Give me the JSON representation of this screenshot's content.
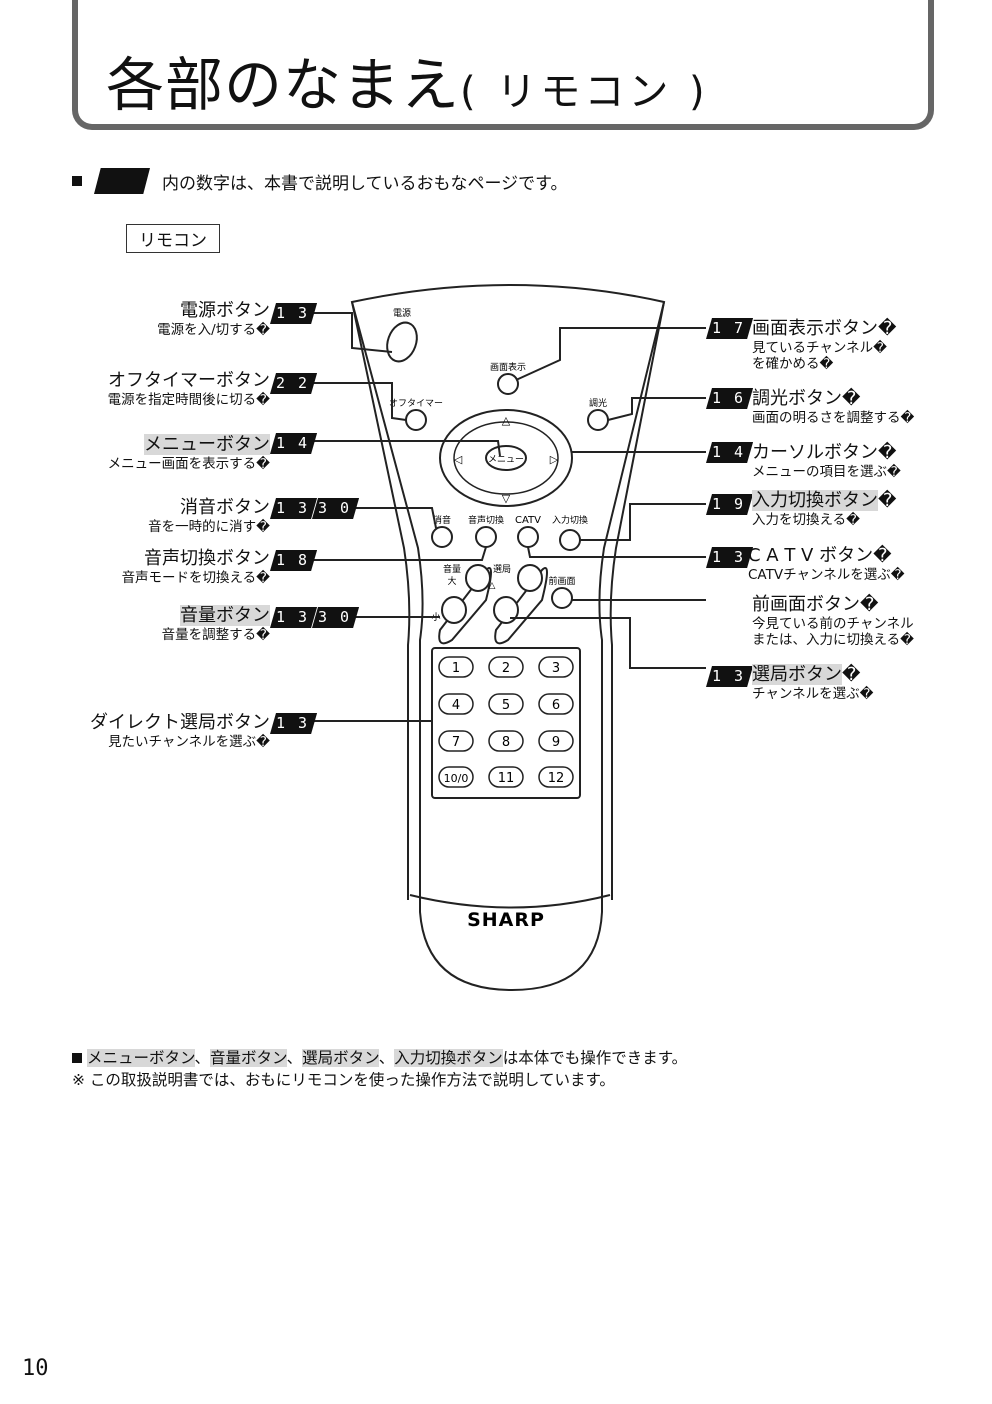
{
  "title": {
    "main": "各部のなまえ",
    "paren": "( リモコン )"
  },
  "note_top": "内の数字は、本書で説明しているおもなページです。",
  "remocon_label": "リモコン",
  "left_labels": [
    {
      "name": "電源ボタン",
      "sub": "電源を入/切する�",
      "tags": [
        "1 3"
      ]
    },
    {
      "name": "オフタイマーボタン",
      "sub": "電源を指定時間後に切る�",
      "tags": [
        "2 2"
      ]
    },
    {
      "name": "メニューボタン",
      "sub": "メニュー画面を表示する�",
      "tags": [
        "1 4"
      ]
    },
    {
      "name": "消音ボタン",
      "sub": "音を一時的に消す�",
      "tags": [
        "1 3",
        "3 0"
      ]
    },
    {
      "name": "音声切換ボタン",
      "sub": "音声モードを切換える�",
      "tags": [
        "1 8"
      ]
    },
    {
      "name": "音量ボタン",
      "sub": "音量を調整する�",
      "tags": [
        "1 3",
        "3 0"
      ]
    },
    {
      "name": "ダイレクト選局ボタン",
      "sub": "見たいチャンネルを選ぶ�",
      "tags": [
        "1 3"
      ]
    }
  ],
  "right_labels": [
    {
      "name": "画面表示ボタン�",
      "sub": "見ているチャンネル�",
      "sub2": "を確かめる�",
      "tag": "1 7"
    },
    {
      "name": "調光ボタン�",
      "sub": "画面の明るさを調整する�",
      "tag": "1 6"
    },
    {
      "name": "カーソルボタン�",
      "sub": "メニューの項目を選ぶ�",
      "tag": "1 4"
    },
    {
      "name": "入力切換ボタン",
      "name_tail": "�",
      "sub": "入力を切換える�",
      "tag": "1 9"
    },
    {
      "name": "C A T V ボタン�",
      "sub": "CATVチャンネルを選ぶ�",
      "tag": "1 3"
    },
    {
      "name": "前画面ボタン�",
      "sub": "今見ている前のチャンネル",
      "sub2": "または、入力に切換える�",
      "tag": ""
    },
    {
      "name": "選局ボタン",
      "name_tail": "�",
      "sub": "チャンネルを選ぶ�",
      "tag": "1 3"
    }
  ],
  "remote": {
    "power": "電源",
    "display": "画面表示",
    "offtimer": "オフタイマー",
    "dimmer": "調光",
    "menu": "メニュー",
    "mute": "消音",
    "audio": "音声切換",
    "catv": "CATV",
    "input": "入力切換",
    "volume": "音量",
    "vol_big": "大",
    "vol_small": "小",
    "channel": "選局",
    "prev": "前画面",
    "numbers": [
      "1",
      "2",
      "3",
      "4",
      "5",
      "6",
      "7",
      "8",
      "9",
      "10/0",
      "11",
      "12"
    ],
    "brand": "SHARP"
  },
  "footer": {
    "line1_items": [
      "メニューボタン",
      "音量ボタン",
      "選局ボタン",
      "入力切換ボタン"
    ],
    "line1_sep": "、",
    "line1_tail": "は本体でも操作できます。",
    "line2": "※ この取扱説明書では、おもにリモコンを使った操作方法で説明しています。"
  },
  "page_number": "10"
}
